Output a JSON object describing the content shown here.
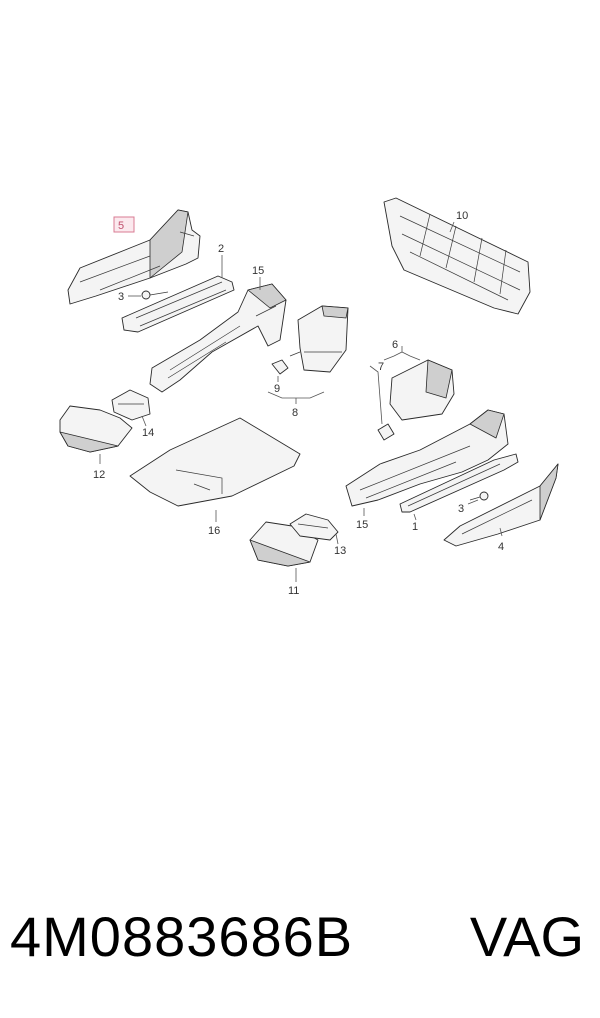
{
  "callouts": {
    "c1": "1",
    "c2": "2",
    "c3a": "3",
    "c3b": "3",
    "c4": "4",
    "c5": "5",
    "c6": "6",
    "c7": "7",
    "c8": "8",
    "c9": "9",
    "c10": "10",
    "c11": "11",
    "c12": "12",
    "c13": "13",
    "c14": "14",
    "c15a": "15",
    "c15b": "15",
    "c16": "16"
  },
  "footer": {
    "part_number": "4M0883686B",
    "brand": "VAG"
  },
  "colors": {
    "highlight": "#d87b93"
  }
}
